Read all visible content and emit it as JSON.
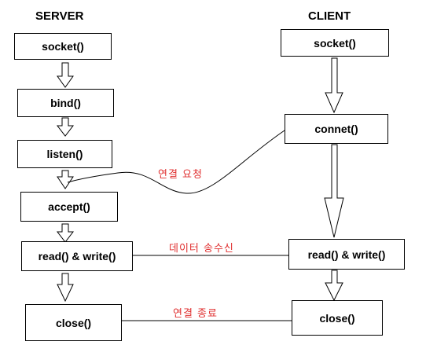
{
  "headings": {
    "server": "SERVER",
    "client": "CLIENT"
  },
  "server_steps": {
    "socket": "socket()",
    "bind": "bind()",
    "listen": "listen()",
    "accept": "accept()",
    "read_write": "read() & write()",
    "close": "close()"
  },
  "client_steps": {
    "socket": "socket()",
    "connect": "connet()",
    "read_write": "read() & write()",
    "close": "close()"
  },
  "links": {
    "connection_request": "연결 요청",
    "data_exchange": "데이터 송수신",
    "connection_close": "연결 종료"
  },
  "colors": {
    "line": "#000000",
    "label": "#e03030",
    "arrow_fill": "#ffffff"
  }
}
